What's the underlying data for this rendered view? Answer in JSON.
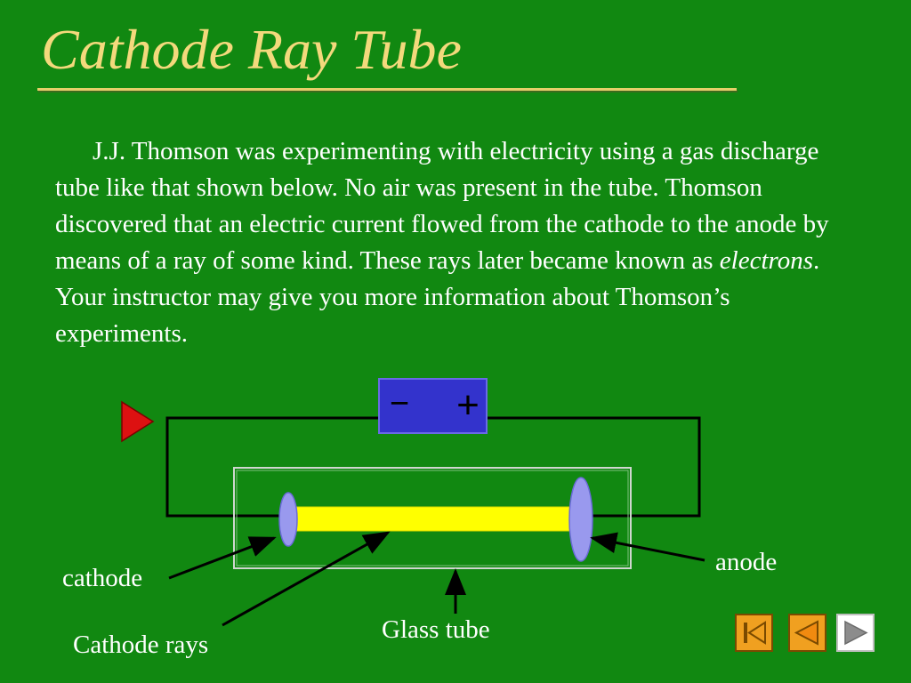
{
  "slide": {
    "title": "Cathode Ray Tube",
    "paragraph": {
      "part1": "J.J. Thomson was experimenting with electricity using a gas discharge tube like that shown below. No air was present in the tube. Thomson discovered that an electric current flowed from the cathode to the anode by means of a ray of some kind. These rays later became known as ",
      "emphasis": "electrons",
      "part2": ". Your instructor may give you more information about Thomson’s experiments."
    }
  },
  "diagram": {
    "battery_minus": "−",
    "battery_plus": "+",
    "labels": {
      "cathode": "cathode",
      "anode": "anode",
      "glass_tube": "Glass tube",
      "cathode_rays": "Cathode rays"
    }
  },
  "colors": {
    "background": "#118811",
    "title": "#f3d97c",
    "battery": "#3333cc",
    "electrode": "#9999ee",
    "ray": "#ffff00",
    "play_marker": "#dd1111",
    "nav_orange": "#f0a020"
  },
  "nav": {
    "buttons": [
      "first-slide",
      "previous-slide",
      "next-slide"
    ]
  }
}
